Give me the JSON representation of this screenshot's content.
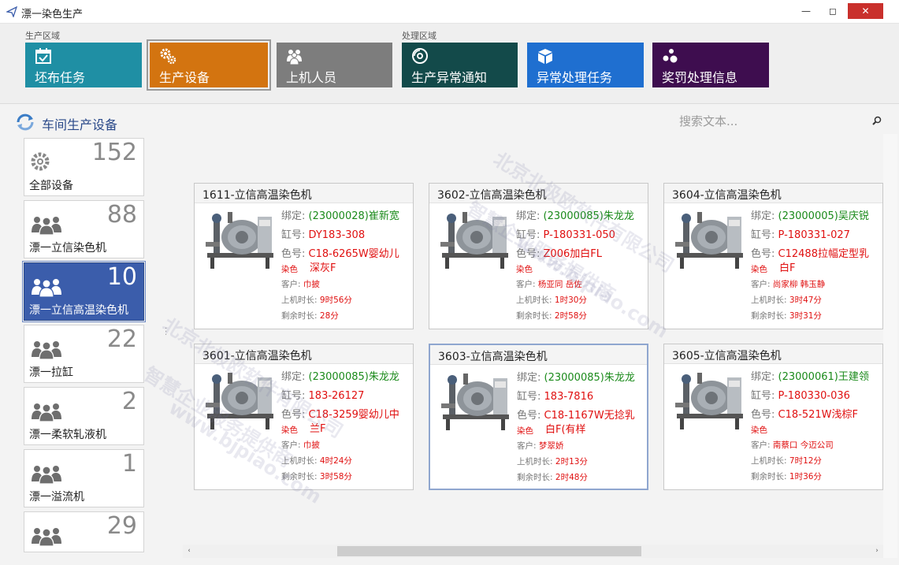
{
  "window": {
    "title": "漂一染色生产",
    "min_glyph": "—",
    "max_glyph": "◻",
    "close_glyph": "✕"
  },
  "ribbon": {
    "groups": [
      {
        "label": "生产区域"
      },
      {
        "label": "处理区域"
      }
    ],
    "tiles": [
      {
        "label": "坯布任务",
        "icon": "calendar-check-icon",
        "color": "#1f8fa4"
      },
      {
        "label": "生产设备",
        "icon": "gears-icon",
        "color": "#d37410",
        "selected": true
      },
      {
        "label": "上机人员",
        "icon": "users-icon",
        "color": "#7d7d7d"
      },
      {
        "label": "生产异常通知",
        "icon": "disc-icon",
        "color": "#134a4a"
      },
      {
        "label": "异常处理任务",
        "icon": "cube-icon",
        "color": "#1f6fd0"
      },
      {
        "label": "奖罚处理信息",
        "icon": "dots-icon",
        "color": "#3e0d4f"
      }
    ]
  },
  "section": {
    "title": "车间生产设备",
    "search_placeholder": "搜索文本..."
  },
  "sidebar": {
    "items": [
      {
        "label": "全部设备",
        "count": "152",
        "icon": "gear-icon"
      },
      {
        "label": "漂一立信染色机",
        "count": "88",
        "icon": "users-icon"
      },
      {
        "label": "漂一立信高温染色机",
        "count": "10",
        "icon": "users-icon",
        "active": true
      },
      {
        "label": "漂一拉缸",
        "count": "22",
        "icon": "users-icon"
      },
      {
        "label": "漂一柔软轧液机",
        "count": "2",
        "icon": "users-icon"
      },
      {
        "label": "漂一溢流机",
        "count": "1",
        "icon": "users-icon"
      },
      {
        "label": "",
        "count": "29",
        "icon": "users-icon"
      }
    ]
  },
  "labels": {
    "bind": "绑定:",
    "vat": "缸号:",
    "color": "色号:",
    "dye": "染色",
    "customer": "客户:",
    "run_time": "上机时长:",
    "remain_time": "剩余时长:"
  },
  "cards": [
    {
      "title": "1611-立信高温染色机",
      "bind": "(23000028)崔新宽",
      "vat": "DY183-308",
      "color_line1": "C18-6265W婴幼儿",
      "color_line2": "深灰F",
      "customer": "巾披",
      "run_time": "9时56分",
      "remain_time": "28分"
    },
    {
      "title": "3602-立信高温染色机",
      "bind": "(23000085)朱龙龙",
      "vat": "P-180331-050",
      "color_line1": "Z006加白FL",
      "color_line2": "",
      "customer": "杨亚同 岳佐",
      "run_time": "1时30分",
      "remain_time": "2时58分"
    },
    {
      "title": "3604-立信高温染色机",
      "bind": "(23000005)吴庆锐",
      "vat": "P-180331-027",
      "color_line1": "C12488拉幅定型乳",
      "color_line2": "白F",
      "customer": "尚家柳 韩玉静",
      "run_time": "3时47分",
      "remain_time": "3时31分"
    },
    {
      "title": "3601-立信高温染色机",
      "bind": "(23000085)朱龙龙",
      "vat": "183-26127",
      "color_line1": "C18-3259婴幼儿中",
      "color_line2": "兰F",
      "customer": "巾披",
      "run_time": "4时24分",
      "remain_time": "3时58分"
    },
    {
      "title": "3603-立信高温染色机",
      "bind": "(23000085)朱龙龙",
      "vat": "183-7816",
      "color_line1": "C18-1167W无捻乳",
      "color_line2": "白F(有样",
      "customer": "梦翠娇",
      "run_time": "2时13分",
      "remain_time": "2时48分",
      "selected": true
    },
    {
      "title": "3605-立信高温染色机",
      "bind": "(23000061)王建领",
      "vat": "P-180330-036",
      "color_line1": "C18-521W浅棕F",
      "color_line2": "",
      "customer": "南蔡口 今迈公司",
      "run_time": "7时12分",
      "remain_time": "1时36分"
    }
  ],
  "watermarks": {
    "line1": "北京北极欧软件有限公司",
    "line2": "智慧企业服务提供商",
    "line3": "www.bjpiao.com"
  },
  "scrollbar": {
    "left_arrow": "‹",
    "right_arrow": "›"
  }
}
